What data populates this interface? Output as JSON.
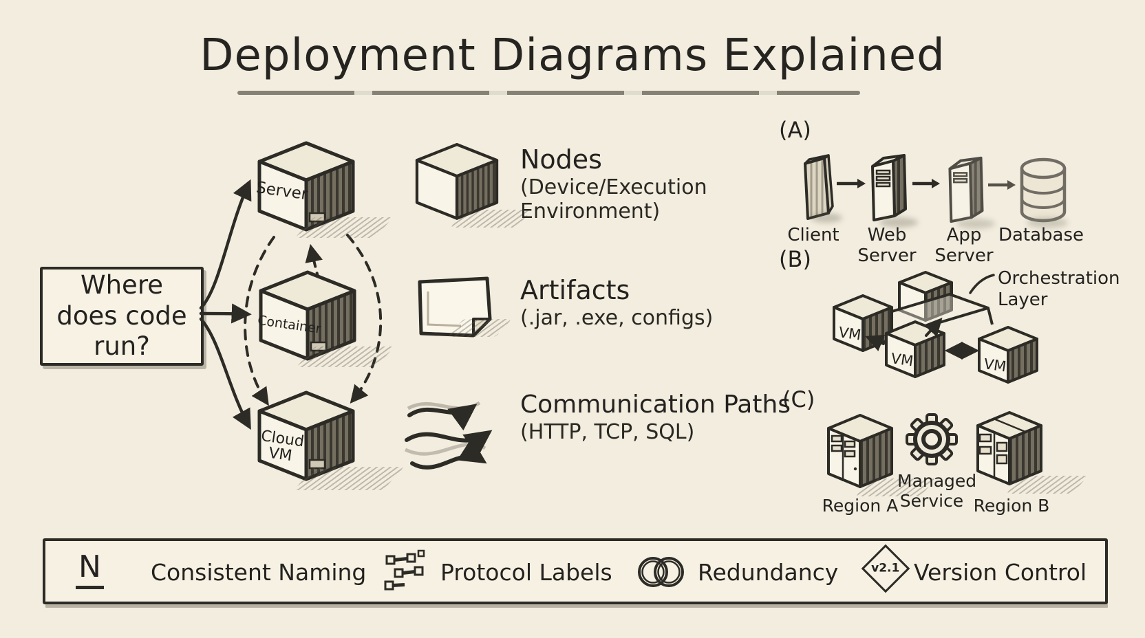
{
  "title": "Deployment Diagrams Explained",
  "question_box": {
    "text": "Where does code run?"
  },
  "environments": {
    "items": [
      {
        "label": "Server"
      },
      {
        "label": "Container"
      },
      {
        "label": "Cloud VM"
      }
    ]
  },
  "legend": {
    "items": [
      {
        "icon": "cube-icon",
        "term": "Nodes",
        "detail": "(Device/Execution Environment)"
      },
      {
        "icon": "document-icon",
        "term": "Artifacts",
        "detail": "(.jar, .exe, configs)"
      },
      {
        "icon": "wavy-arrows-icon",
        "term": "Communication Paths",
        "detail": "(HTTP, TCP, SQL)"
      }
    ]
  },
  "examples": {
    "a": {
      "label": "(A)",
      "nodes": [
        {
          "name": "Client"
        },
        {
          "name": "Web Server"
        },
        {
          "name": "App Server"
        },
        {
          "name": "Database"
        }
      ]
    },
    "b": {
      "label": "(B)",
      "vm_labels": [
        "VM",
        "VM",
        "VM"
      ],
      "annotation": "Orchestration Layer"
    },
    "c": {
      "label": "(C)",
      "items": [
        {
          "name": "Region A"
        },
        {
          "name": "Managed Service"
        },
        {
          "name": "Region B"
        }
      ]
    }
  },
  "footer": {
    "items": [
      {
        "icon": "letter-n-icon",
        "icon_text": "N",
        "label": "Consistent Naming"
      },
      {
        "icon": "protocol-schematic-icon",
        "label": "Protocol Labels"
      },
      {
        "icon": "overlapping-rings-icon",
        "label": "Redundancy"
      },
      {
        "icon": "version-diamond-icon",
        "badge": "v2.1",
        "label": "Version Control"
      }
    ]
  },
  "colors": {
    "background": "#f2edde",
    "ink": "#2d2b26",
    "paper": "#f8f4e7",
    "shade": "#6f6a5e"
  }
}
